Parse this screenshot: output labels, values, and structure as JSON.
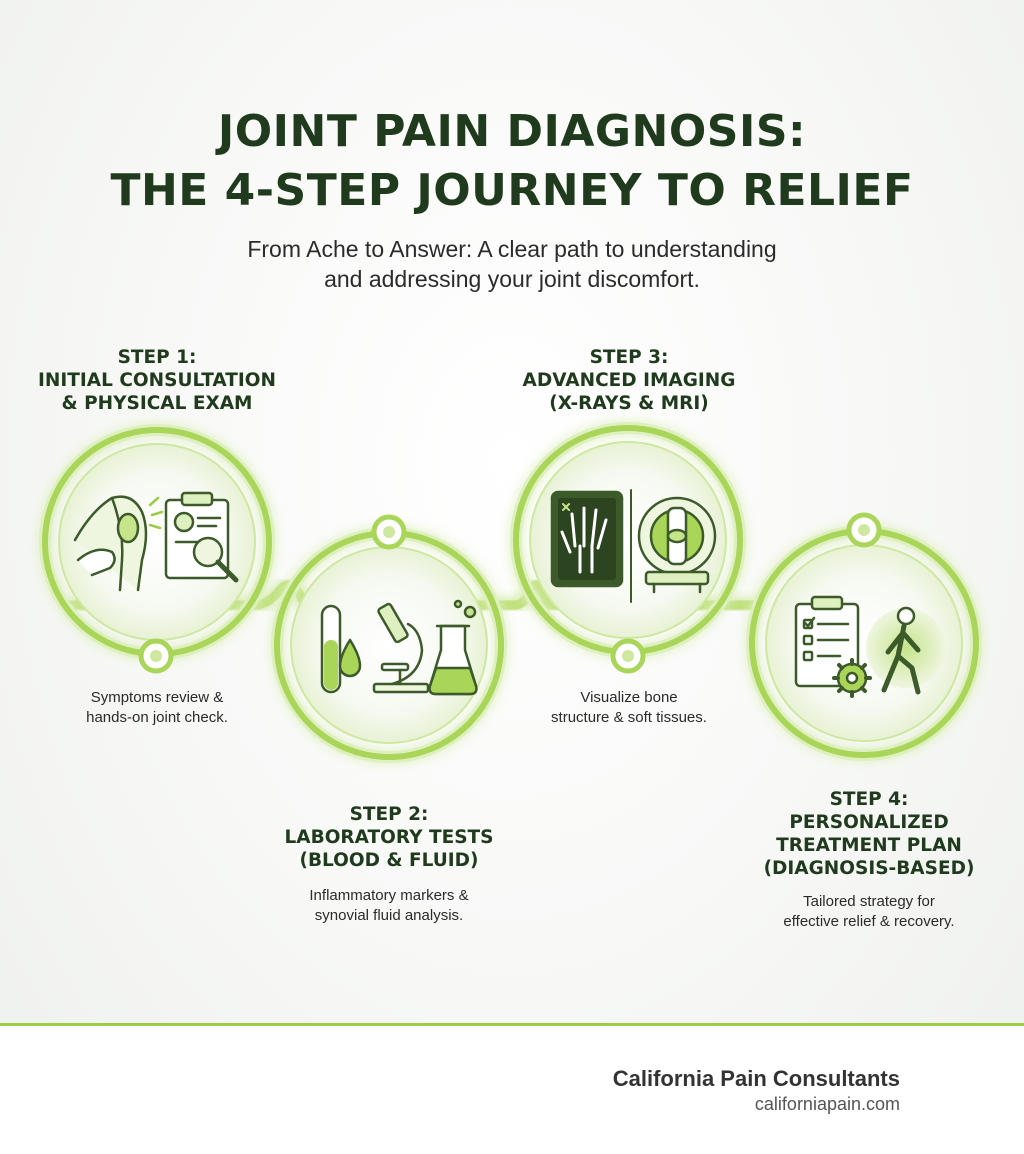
{
  "header": {
    "title_line1": "JOINT PAIN DIAGNOSIS:",
    "title_line2": "THE 4-STEP JOURNEY TO RELIEF",
    "subtitle_line1": "From Ache to Answer: A clear path to understanding",
    "subtitle_line2": "and addressing your joint discomfort."
  },
  "steps": [
    {
      "title": [
        "STEP 1:",
        "INITIAL CONSULTATION",
        "& PHYSICAL EXAM"
      ],
      "desc": [
        "Symptoms review &",
        "hands-on joint check."
      ]
    },
    {
      "title": [
        "STEP 2:",
        "LABORATORY TESTS",
        "(BLOOD & FLUID)"
      ],
      "desc": [
        "Inflammatory markers &",
        "synovial fluid analysis."
      ]
    },
    {
      "title": [
        "STEP 3:",
        "ADVANCED IMAGING",
        "(X-RAYS & MRI)"
      ],
      "desc": [
        "Visualize bone",
        "structure & soft tissues."
      ]
    },
    {
      "title": [
        "STEP 4:",
        "PERSONALIZED",
        "TREATMENT PLAN",
        "(DIAGNOSIS-BASED)"
      ],
      "desc": [
        "Tailored strategy for",
        "effective relief & recovery."
      ]
    }
  ],
  "footer": {
    "brand_name": "California Pain Consultants",
    "brand_url": "californiapain.com"
  },
  "colors": {
    "accent": "#9ccc46",
    "accent_light": "#dff0c0",
    "title": "#1f3a1c",
    "icon_line": "#3c5a2a"
  },
  "icons": [
    "knee-exam-icon",
    "clipboard-magnifier-icon",
    "test-tube-icon",
    "microscope-icon",
    "flask-icon",
    "xray-hand-icon",
    "mri-scanner-icon",
    "checklist-gear-icon",
    "walking-person-icon"
  ]
}
